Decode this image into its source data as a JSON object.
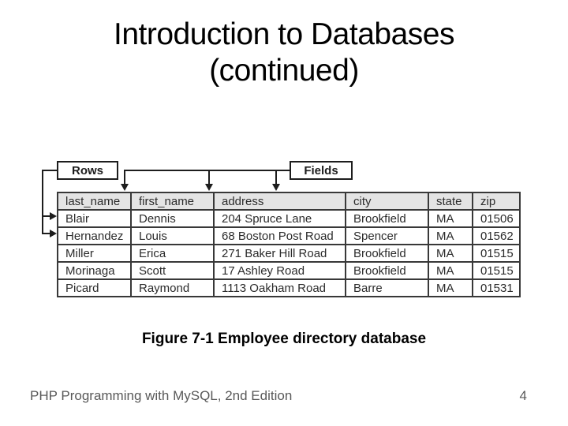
{
  "slide": {
    "title_line1": "Introduction to Databases",
    "title_line2": "(continued)",
    "caption": "Figure 7-1 Employee directory database",
    "footer_left": "PHP Programming with MySQL, 2nd Edition",
    "page_number": "4"
  },
  "figure": {
    "rows_label": "Rows",
    "fields_label": "Fields",
    "colors": {
      "header_fill": "#e4e4e4",
      "table_border": "#383838",
      "connector_line": "#1d1d1d"
    },
    "table": {
      "columns": [
        "last_name",
        "first_name",
        "address",
        "city",
        "state",
        "zip"
      ],
      "rows": [
        [
          "Blair",
          "Dennis",
          "204 Spruce Lane",
          "Brookfield",
          "MA",
          "01506"
        ],
        [
          "Hernandez",
          "Louis",
          "68 Boston Post Road",
          "Spencer",
          "MA",
          "01562"
        ],
        [
          "Miller",
          "Erica",
          "271 Baker Hill Road",
          "Brookfield",
          "MA",
          "01515"
        ],
        [
          "Morinaga",
          "Scott",
          "17 Ashley Road",
          "Brookfield",
          "MA",
          "01515"
        ],
        [
          "Picard",
          "Raymond",
          "1113 Oakham Road",
          "Barre",
          "MA",
          "01531"
        ]
      ]
    }
  }
}
